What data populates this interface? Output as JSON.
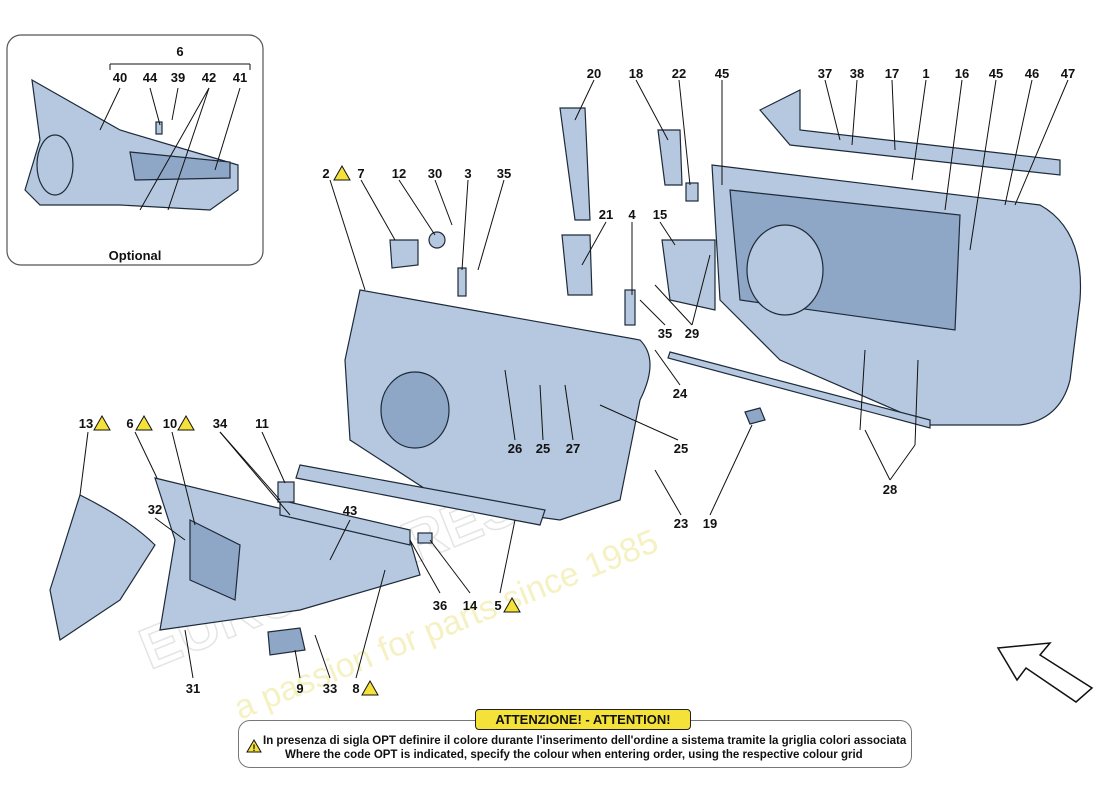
{
  "inset": {
    "caption": "Optional",
    "group_label": "6",
    "labels": [
      "40",
      "44",
      "39",
      "42",
      "41"
    ]
  },
  "callouts": {
    "c20": "20",
    "c18": "18",
    "c22": "22",
    "c45a": "45",
    "c37": "37",
    "c38": "38",
    "c17": "17",
    "c1": "1",
    "c16": "16",
    "c45b": "45",
    "c46": "46",
    "c47": "47",
    "c2": "2",
    "c7": "7",
    "c12": "12",
    "c30": "30",
    "c3": "3",
    "c35a": "35",
    "c21": "21",
    "c4": "4",
    "c15": "15",
    "c29": "29",
    "c35b": "35",
    "c24": "24",
    "c26": "26",
    "c25a": "25",
    "c27": "27",
    "c25b": "25",
    "c13": "13",
    "c6": "6",
    "c10": "10",
    "c34": "34",
    "c11": "11",
    "c32": "32",
    "c43": "43",
    "c36": "36",
    "c14": "14",
    "c5": "5",
    "c23": "23",
    "c19": "19",
    "c28": "28",
    "c31": "31",
    "c9": "9",
    "c33": "33",
    "c8": "8"
  },
  "notice": {
    "title": "ATTENZIONE! - ATTENTION!",
    "it": "In presenza di sigla OPT definire il colore durante l'inserimento dell'ordine a sistema tramite la griglia colori associata",
    "en": "Where the code OPT is indicated, specify the colour when entering order, using the respective colour grid"
  },
  "watermark": {
    "brand": "EUROSPARES",
    "tagline": "a passion for parts since 1985"
  },
  "colors": {
    "part_fill": "#b6c8df",
    "warning_yellow": "#f4e23a"
  },
  "icons": [
    "warning-triangle-icon",
    "direction-arrow-icon"
  ]
}
